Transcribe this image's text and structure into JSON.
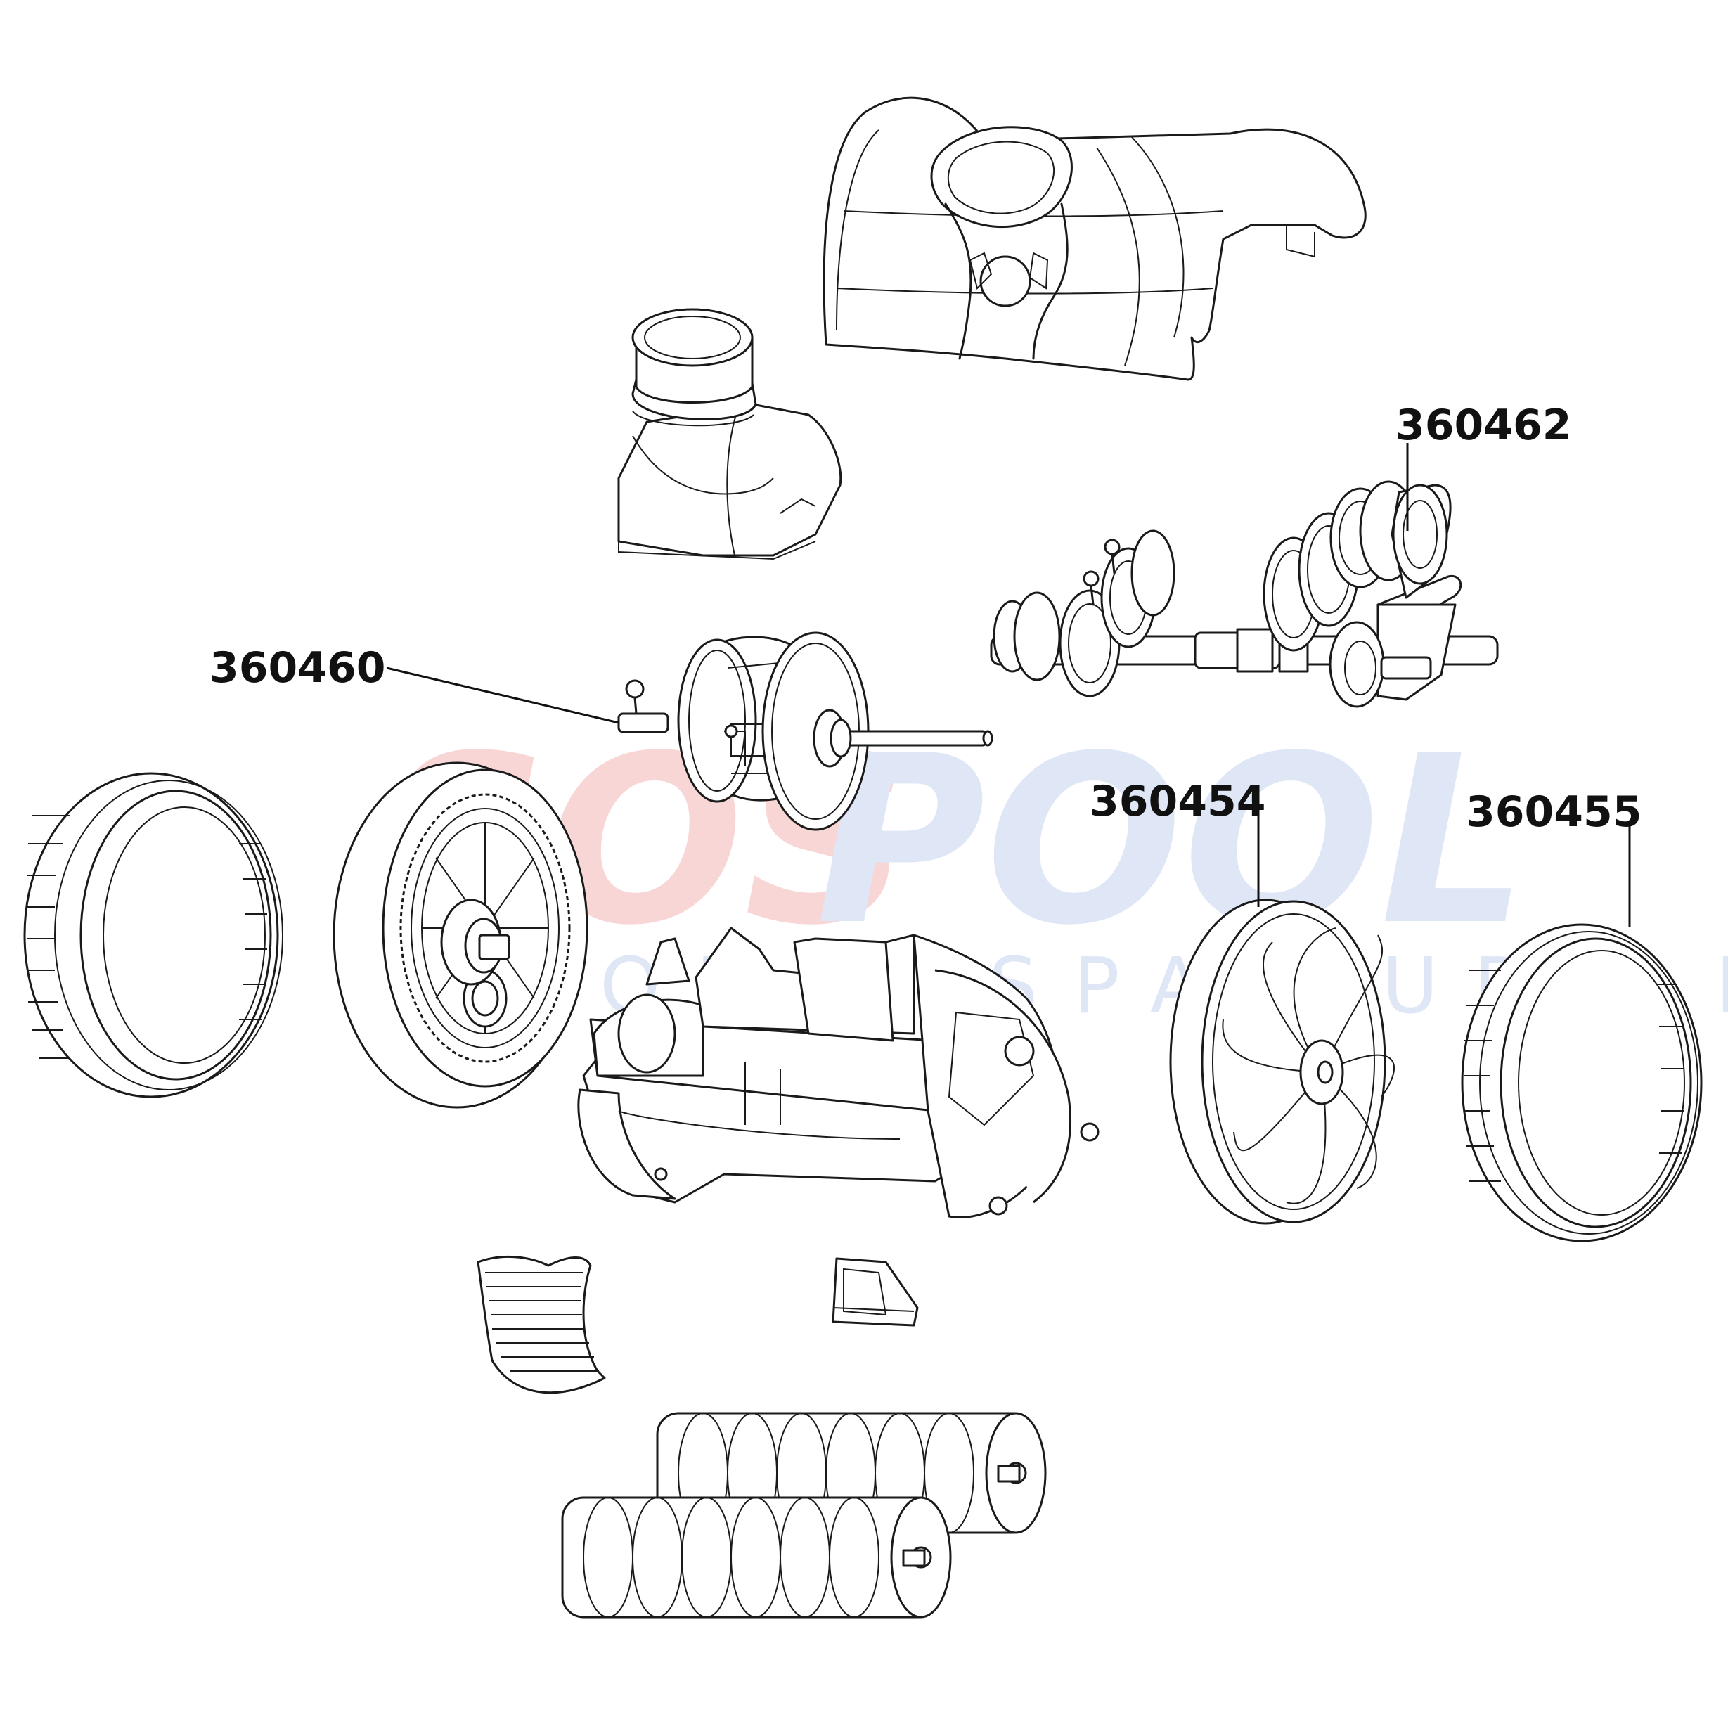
{
  "watermark": {
    "brand_red": "SOS",
    "brand_blue": "POOL",
    "tagline": "POOL & SPA SUPPLIES",
    "red": "#f4b5b5",
    "blue": "#c5d4f2"
  },
  "callouts": [
    {
      "id": "360462",
      "label": "360462",
      "part": "gearbox-drive-assembly"
    },
    {
      "id": "360460",
      "label": "360460",
      "part": "turbine-shaft-assembly"
    },
    {
      "id": "360454",
      "label": "360454",
      "part": "wheel"
    },
    {
      "id": "360455",
      "label": "360455",
      "part": "tire"
    }
  ]
}
